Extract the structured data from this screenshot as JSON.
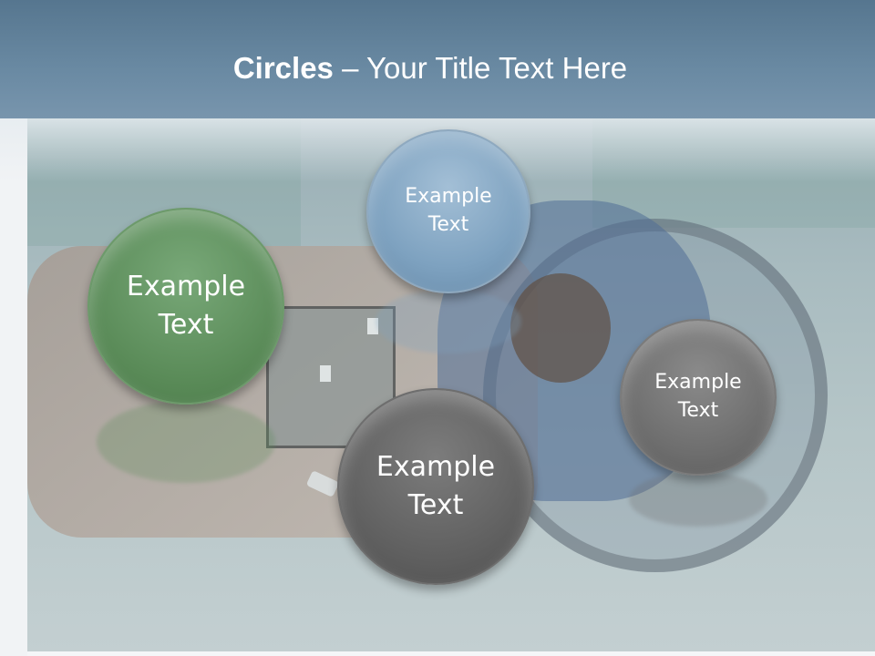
{
  "slide": {
    "title_bold": "Circles",
    "title_rest": " – Your Title Text Here"
  },
  "circles": [
    {
      "line1": "Example",
      "line2": "Text",
      "color": "#7ea2c0"
    },
    {
      "line1": "Example",
      "line2": "Text",
      "color": "#5a8b58"
    },
    {
      "line1": "Example",
      "line2": "Text",
      "color": "#5f5f5f"
    },
    {
      "line1": "Example",
      "line2": "Text",
      "color": "#6d6d6d"
    }
  ]
}
